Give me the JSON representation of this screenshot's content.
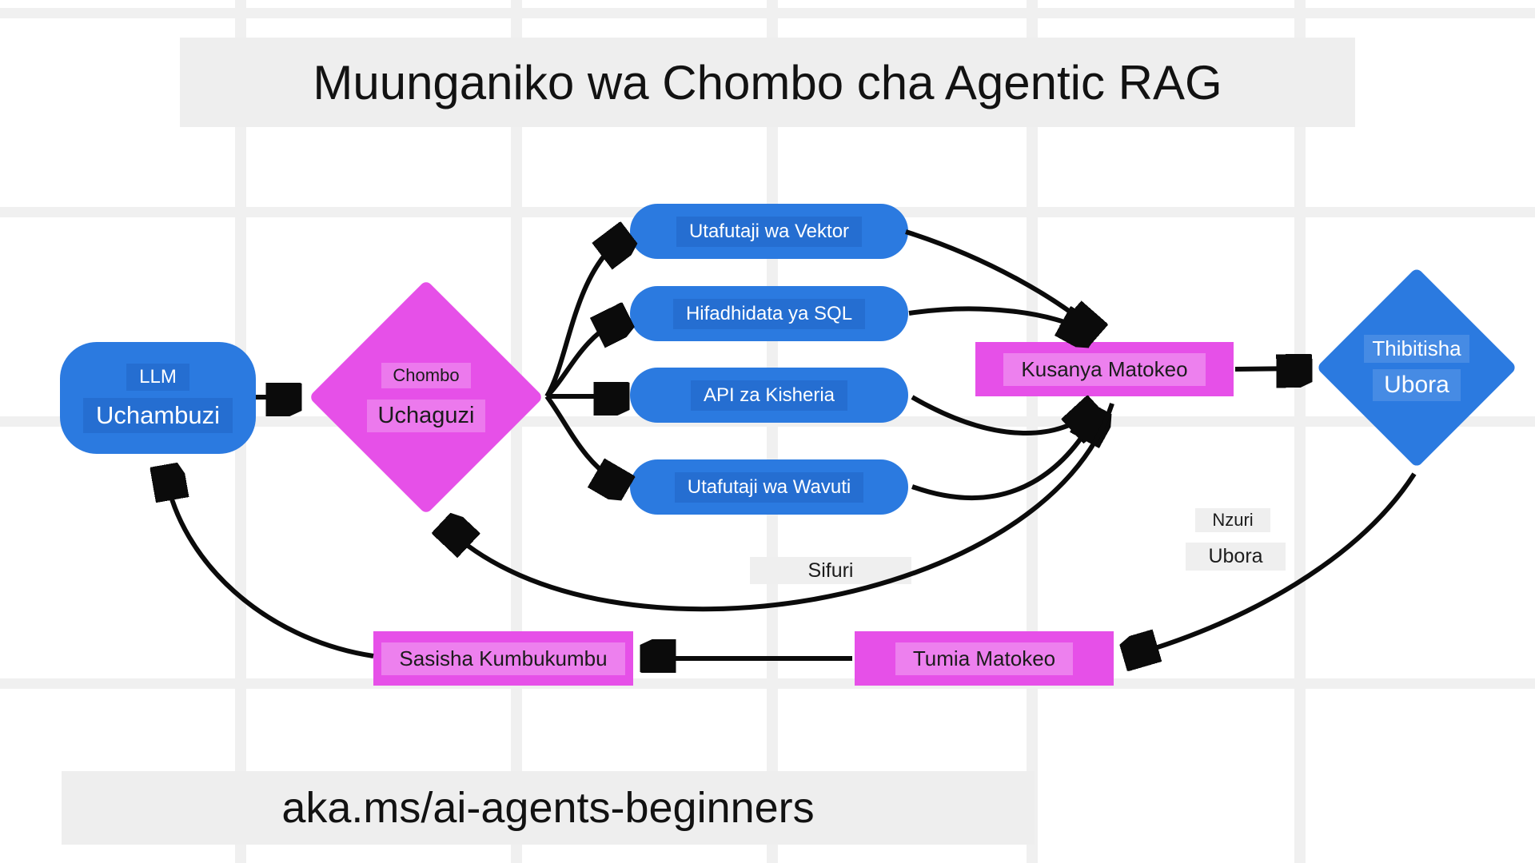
{
  "title": "Muunganiko wa Chombo cha Agentic RAG",
  "footer": "aka.ms/ai-agents-beginners",
  "nodes": {
    "llm": {
      "line1": "LLM",
      "line2": "Uchambuzi"
    },
    "chombo": {
      "line1": "Chombo",
      "line2": "Uchaguzi"
    },
    "tools": [
      "Utafutaji wa Vektor",
      "Hifadhidata ya SQL",
      "API za Kisheria",
      "Utafutaji wa Wavuti"
    ],
    "kusanya": "Kusanya Matokeo",
    "thibitisha": {
      "line1": "Thibitisha",
      "line2": "Ubora"
    },
    "tumia": "Tumia Matokeo",
    "sasisha": "Sasisha Kumbukumbu"
  },
  "edge_labels": {
    "nzuri_line1": "Nzuri",
    "nzuri_line2": "Ubora",
    "sifuri": "Sifuri"
  },
  "colors": {
    "node_blue": "#2b7ae0",
    "node_magenta": "#e650e8",
    "band_gray": "#eeeeee",
    "grid_gray": "#f0f0f0",
    "arrow_black": "#0b0b0b"
  }
}
